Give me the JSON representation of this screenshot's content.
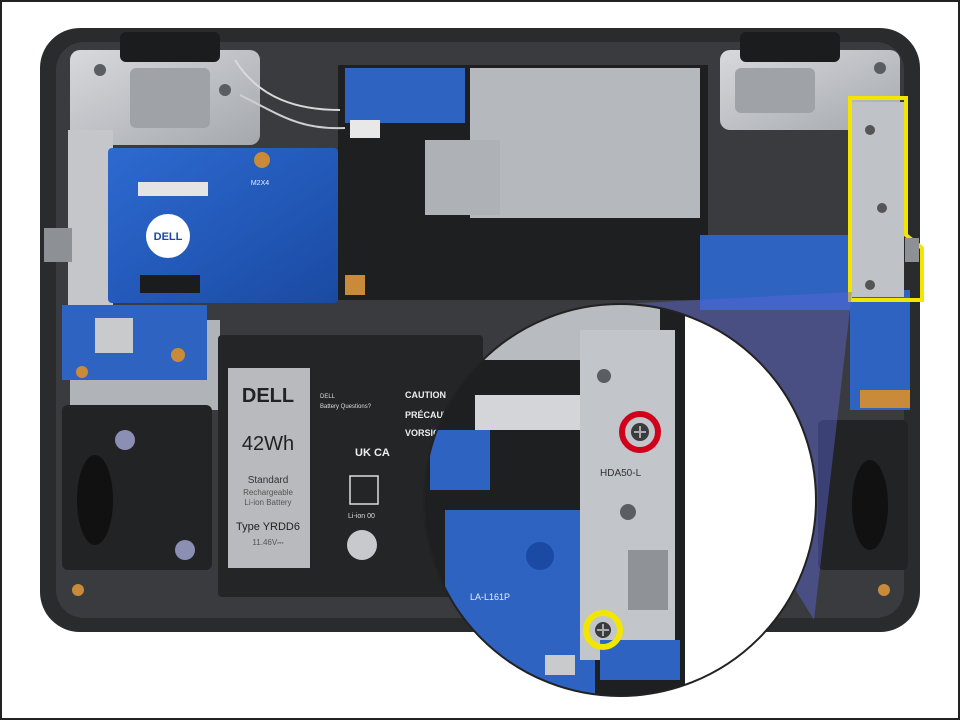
{
  "figure": {
    "description_hidden": "",
    "battery": {
      "brand": "DELL",
      "capacity": "42Wh",
      "line1": "Standard",
      "line2": "Rechargeable",
      "line3": "Li-ion Battery",
      "type": "Type YRDD6",
      "voltage": "11.46V⎓",
      "caution": "CAUTION",
      "precaution": "PRÉCAUTI",
      "vorsicht": "VORSICH",
      "ukca": "UK CA",
      "liion": "Li-ion 00",
      "dell_small": "DELL",
      "questions": "Battery Questions?"
    },
    "board": {
      "m2_label": "M2X4",
      "dell_logo": "DELL",
      "bracket_label": "HDA50-L",
      "marking": "LA-L161P"
    },
    "colors": {
      "highlight_red": "#d0021b",
      "highlight_yellow": "#f2e600",
      "chassis": "#2a2b2d",
      "board_blue": "#1f57b8",
      "metal": "#b9bcc0"
    },
    "icons": [
      "screw-icon",
      "recycle-icon"
    ]
  }
}
